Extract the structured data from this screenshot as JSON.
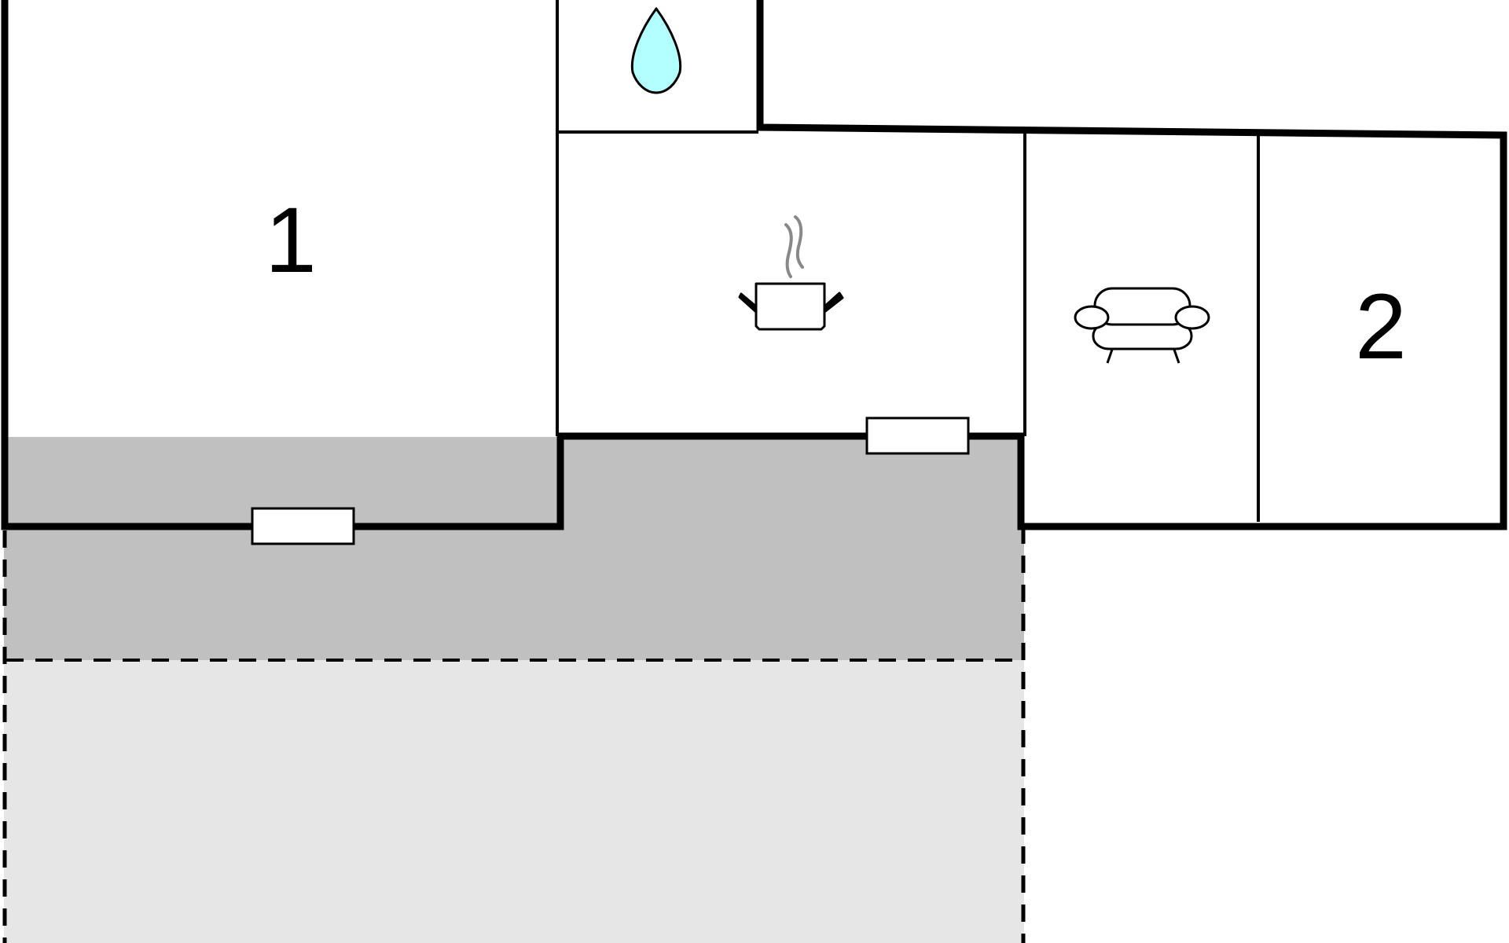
{
  "rooms": [
    {
      "id": "room-1",
      "label": "1",
      "type": "bedroom"
    },
    {
      "id": "bathroom",
      "label": "",
      "type": "bathroom",
      "icon": "water-drop-icon"
    },
    {
      "id": "kitchen",
      "label": "",
      "type": "kitchen",
      "icon": "cooking-pot-icon"
    },
    {
      "id": "living-room",
      "label": "",
      "type": "living room",
      "icon": "sofa-icon"
    },
    {
      "id": "room-2",
      "label": "2",
      "type": "bedroom"
    }
  ],
  "outdoor": [
    {
      "id": "covered-terrace",
      "type": "covered terrace"
    },
    {
      "id": "open-terrace",
      "type": "open terrace"
    }
  ],
  "colors": {
    "wall": "#000000",
    "background": "#ffffff",
    "covered_terrace": "#c0c0c0",
    "open_terrace": "#e6e6e6",
    "water_drop": "#b3ffff",
    "steam": "#888888"
  }
}
